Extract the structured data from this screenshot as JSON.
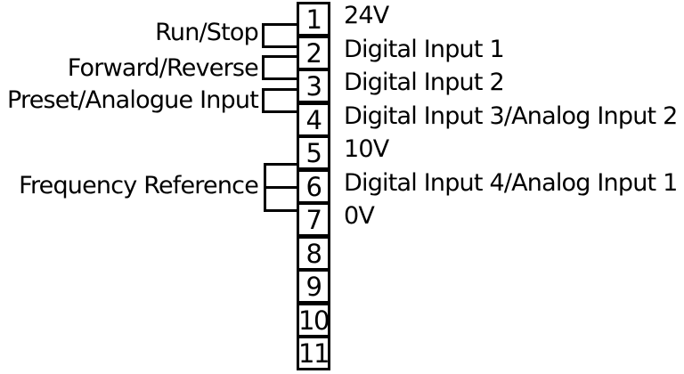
{
  "terminal_block": {
    "terminals": [
      {
        "number": "1",
        "label": "24V"
      },
      {
        "number": "2",
        "label": "Digital Input 1"
      },
      {
        "number": "3",
        "label": "Digital Input 2"
      },
      {
        "number": "4",
        "label": "Digital Input 3/Analog Input 2"
      },
      {
        "number": "5",
        "label": "10V"
      },
      {
        "number": "6",
        "label": "Digital Input 4/Analog Input 1"
      },
      {
        "number": "7",
        "label": "0V"
      },
      {
        "number": "8",
        "label": ""
      },
      {
        "number": "9",
        "label": ""
      },
      {
        "number": "10",
        "label": ""
      },
      {
        "number": "11",
        "label": ""
      }
    ],
    "connections": {
      "run_stop": {
        "label": "Run/Stop",
        "between_terminals": "1-2"
      },
      "forward_reverse": {
        "label": "Forward/Reverse",
        "between_terminals": "2-3"
      },
      "preset_analogue": {
        "label": "Preset/Analogue Input",
        "between_terminals": "3-4"
      },
      "frequency_reference": {
        "label": "Frequency Reference",
        "between_terminals": "5-6-7"
      }
    },
    "colors": {
      "line": "#000000",
      "text": "#000000",
      "background": "#ffffff"
    }
  }
}
